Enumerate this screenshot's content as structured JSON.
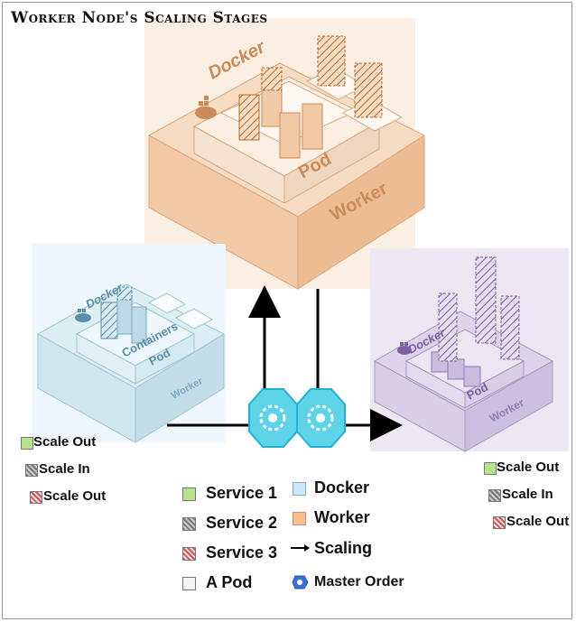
{
  "title": "Worker Node's Scaling Stages",
  "left_stage": {
    "docker": "Docker",
    "containers": "Containers",
    "pod": "Pod",
    "worker": "Worker"
  },
  "top_stage": {
    "docker": "Docker",
    "pod": "Pod",
    "worker": "Worker"
  },
  "right_stage": {
    "docker": "Docker",
    "pod": "Pod",
    "worker": "Worker"
  },
  "left_legend": [
    {
      "label": "Scale Out"
    },
    {
      "label": "Scale In"
    },
    {
      "label": "Scale Out"
    }
  ],
  "right_legend": [
    {
      "label": "Scale Out"
    },
    {
      "label": "Scale In"
    },
    {
      "label": "Scale Out"
    }
  ],
  "main_legend": {
    "col1": [
      {
        "label": "Service 1"
      },
      {
        "label": "Service 2"
      },
      {
        "label": "Service 3"
      },
      {
        "label": "A Pod"
      }
    ],
    "col2": [
      {
        "label": "Docker"
      },
      {
        "label": "Worker"
      },
      {
        "label": "Scaling"
      },
      {
        "label": "Master Order"
      }
    ]
  },
  "colors": {
    "orange": "#f2c9a6",
    "blue": "#cfe6ef",
    "purple": "#d8cfe6",
    "hexagon": "#5fd3e8"
  }
}
